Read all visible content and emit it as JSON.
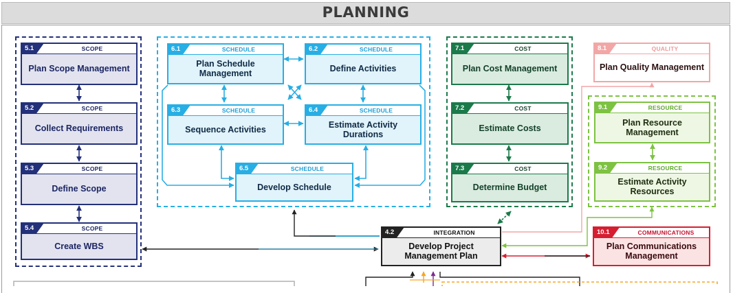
{
  "title": "PLANNING",
  "colors": {
    "scope": "#23307a",
    "schedule": "#27aee4",
    "cost": "#1b7a4a",
    "quality": "#f2a6a6",
    "resource": "#7dc242",
    "integration": "#222222",
    "communications": "#d51f31"
  },
  "processes": {
    "p5_1": {
      "num": "5.1",
      "cat": "SCOPE",
      "name": "Plan Scope Management"
    },
    "p5_2": {
      "num": "5.2",
      "cat": "SCOPE",
      "name": "Collect Requirements"
    },
    "p5_3": {
      "num": "5.3",
      "cat": "SCOPE",
      "name": "Define Scope"
    },
    "p5_4": {
      "num": "5.4",
      "cat": "SCOPE",
      "name": "Create WBS"
    },
    "p6_1": {
      "num": "6.1",
      "cat": "SCHEDULE",
      "name": "Plan Schedule Management"
    },
    "p6_2": {
      "num": "6.2",
      "cat": "SCHEDULE",
      "name": "Define Activities"
    },
    "p6_3": {
      "num": "6.3",
      "cat": "SCHEDULE",
      "name": "Sequence Activities"
    },
    "p6_4": {
      "num": "6.4",
      "cat": "SCHEDULE",
      "name": "Estimate Activity Durations"
    },
    "p6_5": {
      "num": "6.5",
      "cat": "SCHEDULE",
      "name": "Develop Schedule"
    },
    "p7_1": {
      "num": "7.1",
      "cat": "COST",
      "name": "Plan Cost Management"
    },
    "p7_2": {
      "num": "7.2",
      "cat": "COST",
      "name": "Estimate Costs"
    },
    "p7_3": {
      "num": "7.3",
      "cat": "COST",
      "name": "Determine Budget"
    },
    "p8_1": {
      "num": "8.1",
      "cat": "QUALITY",
      "name": "Plan Quality Management"
    },
    "p9_1": {
      "num": "9.1",
      "cat": "RESOURCE",
      "name": "Plan Resource Management"
    },
    "p9_2": {
      "num": "9.2",
      "cat": "RESOURCE",
      "name": "Estimate Activity Resources"
    },
    "p4_2": {
      "num": "4.2",
      "cat": "INTEGRATION",
      "name": "Develop Project Management Plan"
    },
    "p10_1": {
      "num": "10.1",
      "cat": "COMMUNICATIONS",
      "name": "Plan Communications Management"
    }
  }
}
